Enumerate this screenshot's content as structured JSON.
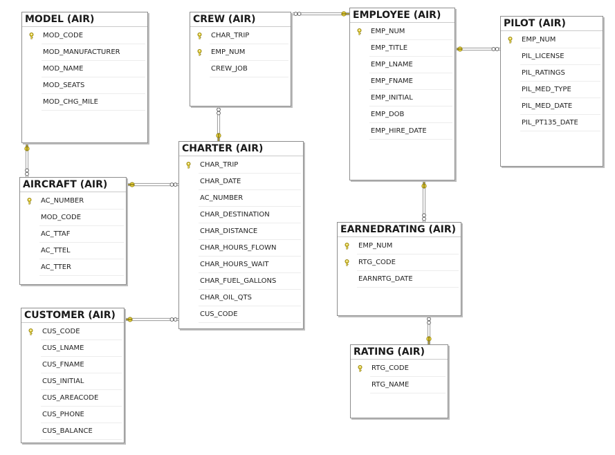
{
  "diagram": {
    "tables": [
      {
        "id": "model",
        "title": "MODEL (AIR)",
        "columns": [
          {
            "name": "MOD_CODE",
            "key": true
          },
          {
            "name": "MOD_MANUFACTURER",
            "key": false
          },
          {
            "name": "MOD_NAME",
            "key": false
          },
          {
            "name": "MOD_SEATS",
            "key": false
          },
          {
            "name": "MOD_CHG_MILE",
            "key": false
          }
        ]
      },
      {
        "id": "crew",
        "title": "CREW (AIR)",
        "columns": [
          {
            "name": "CHAR_TRIP",
            "key": true
          },
          {
            "name": "EMP_NUM",
            "key": true
          },
          {
            "name": "CREW_JOB",
            "key": false
          }
        ]
      },
      {
        "id": "employee",
        "title": "EMPLOYEE (AIR)",
        "columns": [
          {
            "name": "EMP_NUM",
            "key": true
          },
          {
            "name": "EMP_TITLE",
            "key": false
          },
          {
            "name": "EMP_LNAME",
            "key": false
          },
          {
            "name": "EMP_FNAME",
            "key": false
          },
          {
            "name": "EMP_INITIAL",
            "key": false
          },
          {
            "name": "EMP_DOB",
            "key": false
          },
          {
            "name": "EMP_HIRE_DATE",
            "key": false
          }
        ]
      },
      {
        "id": "pilot",
        "title": "PILOT (AIR)",
        "columns": [
          {
            "name": "EMP_NUM",
            "key": true
          },
          {
            "name": "PIL_LICENSE",
            "key": false
          },
          {
            "name": "PIL_RATINGS",
            "key": false
          },
          {
            "name": "PIL_MED_TYPE",
            "key": false
          },
          {
            "name": "PIL_MED_DATE",
            "key": false
          },
          {
            "name": "PIL_PT135_DATE",
            "key": false
          }
        ]
      },
      {
        "id": "charter",
        "title": "CHARTER (AIR)",
        "columns": [
          {
            "name": "CHAR_TRIP",
            "key": true
          },
          {
            "name": "CHAR_DATE",
            "key": false
          },
          {
            "name": "AC_NUMBER",
            "key": false
          },
          {
            "name": "CHAR_DESTINATION",
            "key": false
          },
          {
            "name": "CHAR_DISTANCE",
            "key": false
          },
          {
            "name": "CHAR_HOURS_FLOWN",
            "key": false
          },
          {
            "name": "CHAR_HOURS_WAIT",
            "key": false
          },
          {
            "name": "CHAR_FUEL_GALLONS",
            "key": false
          },
          {
            "name": "CHAR_OIL_QTS",
            "key": false
          },
          {
            "name": "CUS_CODE",
            "key": false
          }
        ]
      },
      {
        "id": "aircraft",
        "title": "AIRCRAFT (AIR)",
        "columns": [
          {
            "name": "AC_NUMBER",
            "key": true
          },
          {
            "name": "MOD_CODE",
            "key": false
          },
          {
            "name": "AC_TTAF",
            "key": false
          },
          {
            "name": "AC_TTEL",
            "key": false
          },
          {
            "name": "AC_TTER",
            "key": false
          }
        ]
      },
      {
        "id": "earnedrating",
        "title": "EARNEDRATING (AIR)",
        "columns": [
          {
            "name": "EMP_NUM",
            "key": true
          },
          {
            "name": "RTG_CODE",
            "key": true
          },
          {
            "name": "EARNRTG_DATE",
            "key": false
          }
        ]
      },
      {
        "id": "customer",
        "title": "CUSTOMER (AIR)",
        "columns": [
          {
            "name": "CUS_CODE",
            "key": true
          },
          {
            "name": "CUS_LNAME",
            "key": false
          },
          {
            "name": "CUS_FNAME",
            "key": false
          },
          {
            "name": "CUS_INITIAL",
            "key": false
          },
          {
            "name": "CUS_AREACODE",
            "key": false
          },
          {
            "name": "CUS_PHONE",
            "key": false
          },
          {
            "name": "CUS_BALANCE",
            "key": false
          }
        ]
      },
      {
        "id": "rating",
        "title": "RATING (AIR)",
        "columns": [
          {
            "name": "RTG_CODE",
            "key": true
          },
          {
            "name": "RTG_NAME",
            "key": false
          }
        ]
      }
    ],
    "relationships": [
      {
        "id": "crew-employee",
        "one": "employee",
        "many": "crew"
      },
      {
        "id": "employee-pilot",
        "one": "employee",
        "many": "pilot"
      },
      {
        "id": "model-aircraft",
        "one": "model",
        "many": "aircraft"
      },
      {
        "id": "charter-crew",
        "one": "charter",
        "many": "crew"
      },
      {
        "id": "aircraft-charter",
        "one": "aircraft",
        "many": "charter"
      },
      {
        "id": "customer-charter",
        "one": "customer",
        "many": "charter"
      },
      {
        "id": "employee-earnedrating",
        "one": "employee",
        "many": "earnedrating"
      },
      {
        "id": "rating-earnedrating",
        "one": "rating",
        "many": "earnedrating"
      }
    ],
    "colors": {
      "key": "#e8d23a",
      "key_outline": "#8a7a10",
      "line": "#9a9a9a",
      "border": "#8c8c8c"
    }
  }
}
